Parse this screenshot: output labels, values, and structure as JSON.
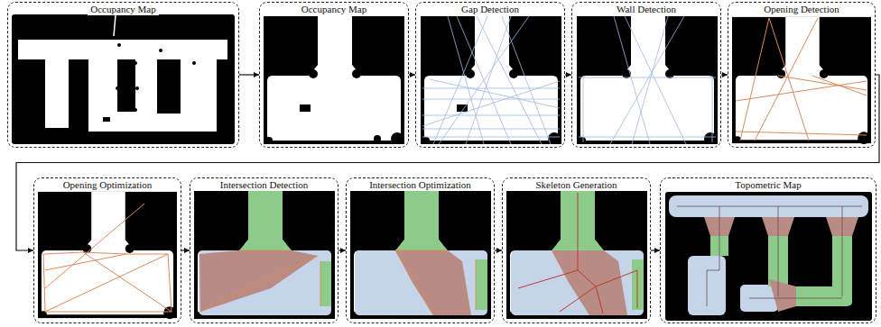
{
  "diagram": {
    "nodes": [
      {
        "text": [
          "Occupancy Map"
        ]
      },
      {
        "text": [
          "Occupancy Map"
        ]
      },
      {
        "text": [
          "Gap Detection"
        ]
      },
      {
        "text": [
          "Wall Detection"
        ]
      },
      {
        "text": [
          "Opening Detection"
        ]
      },
      {
        "text": [
          "Opening Optimization"
        ]
      },
      {
        "text": [
          "Intersection Detection"
        ]
      },
      {
        "text": [
          "Intersection Optimization"
        ]
      },
      {
        "text": [
          "Skeleton Generation"
        ]
      },
      {
        "text": [
          "Topometric Map"
        ]
      }
    ],
    "edges": [
      {
        "from": 0,
        "to": 1,
        "arrow": "to"
      },
      {
        "from": 1,
        "to": 2,
        "arrow": "to"
      },
      {
        "from": 2,
        "to": 3,
        "arrow": "to"
      },
      {
        "from": 3,
        "to": 4,
        "arrow": "to"
      },
      {
        "from": 4,
        "to": 5,
        "arrow": "to"
      },
      {
        "from": 5,
        "to": 6,
        "arrow": "to"
      },
      {
        "from": 6,
        "to": 7,
        "arrow": "to"
      },
      {
        "from": 7,
        "to": 8,
        "arrow": "to"
      },
      {
        "from": 8,
        "to": 9,
        "arrow": "to"
      }
    ]
  }
}
